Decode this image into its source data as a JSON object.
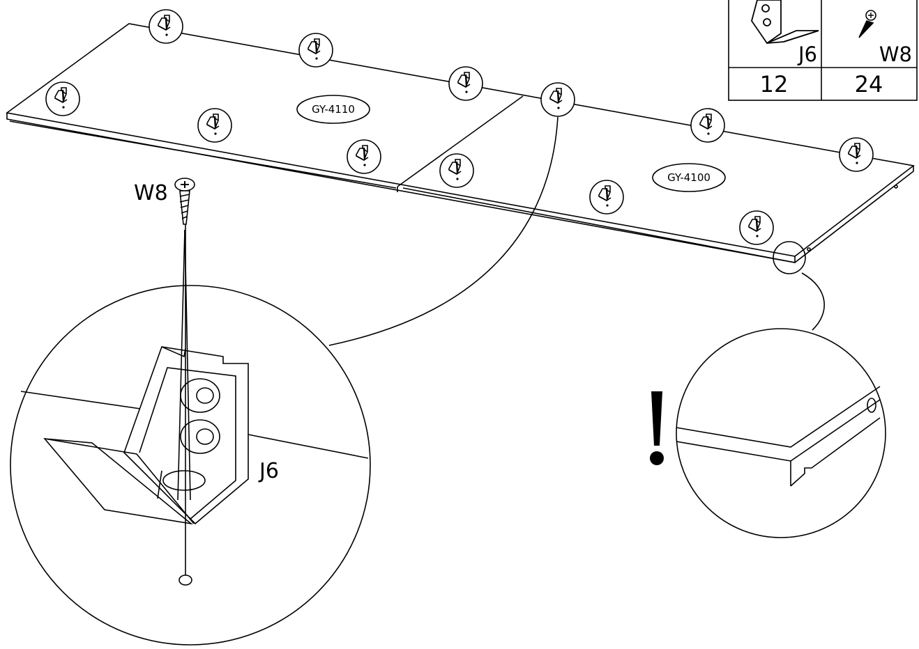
{
  "hardware_table": {
    "items": [
      {
        "code": "J6",
        "qty": "12",
        "icon": "corner-bracket-icon"
      },
      {
        "code": "W8",
        "qty": "24",
        "icon": "screw-icon"
      }
    ]
  },
  "panels": [
    {
      "part": "GY-4110"
    },
    {
      "part": "GY-4100"
    }
  ],
  "detail_zoom": {
    "screw_label": "W8",
    "bracket_label": "J6"
  },
  "edge_detail": {
    "warning_icon": "exclamation-icon"
  },
  "colors": {
    "line": "#000000",
    "background": "#ffffff"
  }
}
